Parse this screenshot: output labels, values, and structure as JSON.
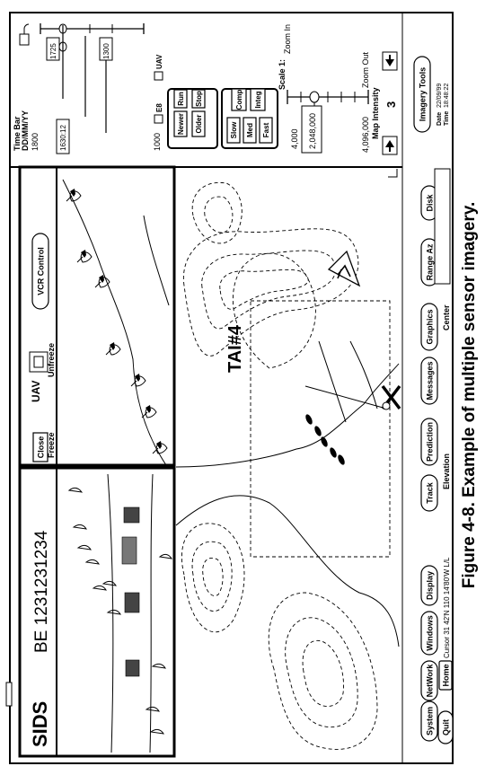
{
  "screen": {
    "sids_title": "SIDS",
    "sids_id": "BE 1231231234",
    "uav_label": "UAV",
    "close_label": "Close",
    "freeze_label": "Freeze",
    "unfreeze_label": "Unfreeze",
    "vcr_label": "VCR Control",
    "tai_label": "TAI#4"
  },
  "timebar": {
    "title_line1": "Time Bar",
    "title_line2": "DD/MM/YY",
    "year_1800": "1800",
    "t1725": "1725",
    "t1630": "1630:12",
    "t1300": "1300",
    "year_1000": "1000",
    "e8": "E8",
    "uav": "UAV"
  },
  "playback": {
    "newer": "Newer",
    "older": "Older",
    "run": "Run",
    "stop": "Stop"
  },
  "speed": {
    "slow": "Slow",
    "med": "Med",
    "fast": "Fast",
    "comp": "Comp",
    "integ": "Integ"
  },
  "scale": {
    "scale_label": "Scale 1:",
    "zoom_in": "Zoom In",
    "zoom_out": "Zoom Out",
    "value_4000": "4,000",
    "value_current": "2,048,000",
    "value_4096000": "4,096,000",
    "map_intensity": "Map Intensity",
    "intensity_value": "3"
  },
  "tools": {
    "imagery_tools": "Imagery Tools",
    "date_label": "Date",
    "date_value": "22/09/99",
    "time_label": "Time",
    "time_value": "18:48:22"
  },
  "menu": {
    "quit": "Quit",
    "system": "System",
    "home": "Home",
    "network": "NetWork",
    "windows": "Windows",
    "display": "Display",
    "track": "Track",
    "prediction": "Prediction",
    "messages": "Messages",
    "graphics": "Graphics",
    "range": "Range Az",
    "disk": "Disk"
  },
  "status": {
    "cursor_text": "Cursor 31 42'N 110 14'80'W L/L",
    "elevation_label": "Elevation",
    "center_label": "Center"
  },
  "caption": "Figure 4-8.    Example of multiple sensor imagery."
}
